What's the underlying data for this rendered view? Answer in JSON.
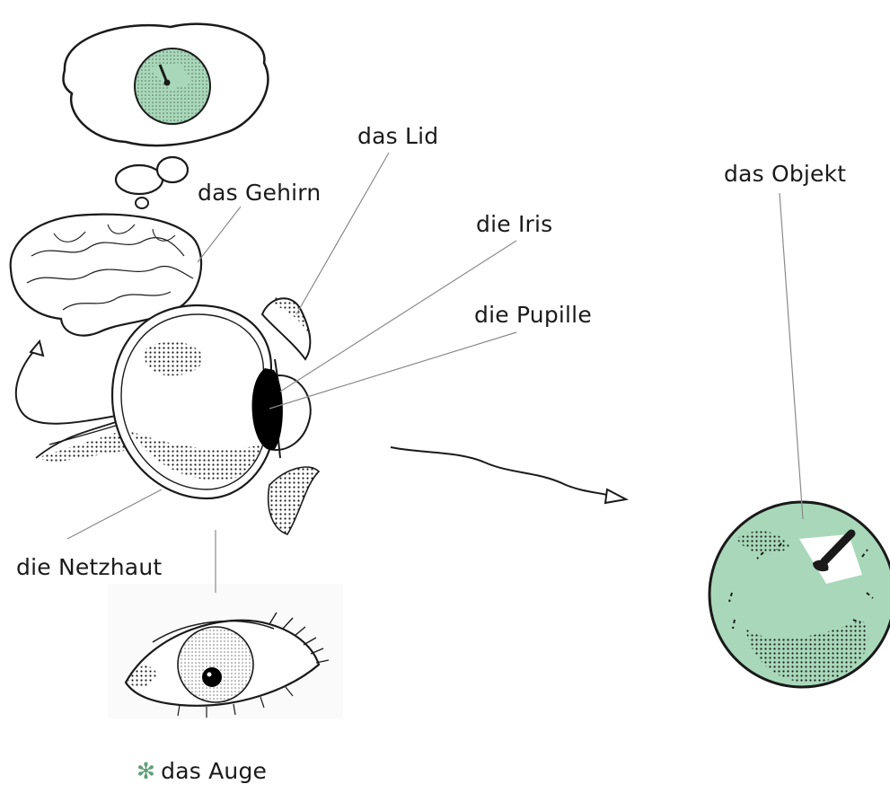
{
  "labels": {
    "lid": "das Lid",
    "brain": "das Gehirn",
    "object": "das Objekt",
    "iris": "die Iris",
    "pupil": "die Pupille",
    "retina": "die Netzhaut",
    "eye": "das Auge"
  },
  "icons": {
    "eye_marker": "star-icon"
  },
  "colors": {
    "ink": "#1a1a1a",
    "apple_green": "#a8d8b9",
    "leader_line": "#8a8a8a",
    "star": "#5f9f78"
  }
}
